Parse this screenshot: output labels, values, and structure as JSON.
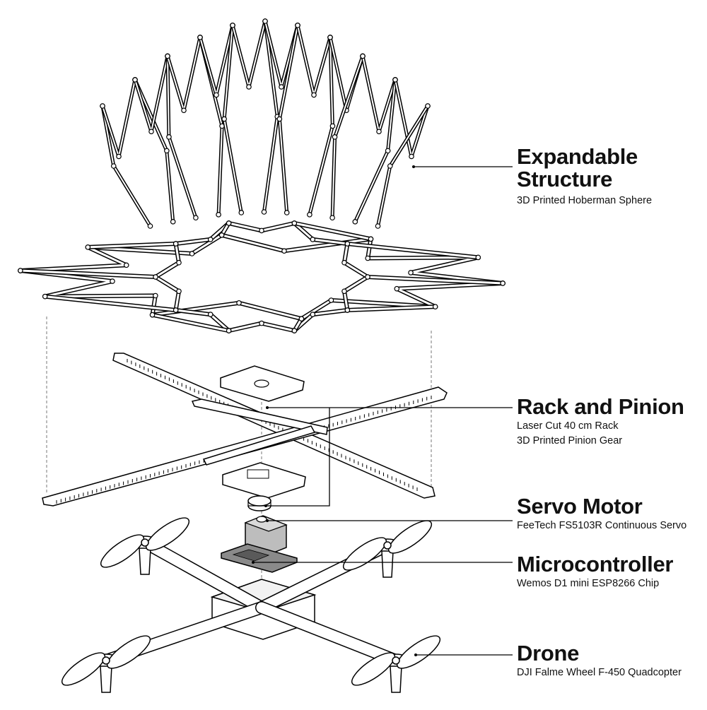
{
  "components": [
    {
      "id": "structure",
      "title": [
        "Expandable",
        "Structure"
      ],
      "lines": [
        "3D Printed Hoberman Sphere"
      ]
    },
    {
      "id": "rack",
      "title": [
        "Rack and Pinion"
      ],
      "lines": [
        "Laser Cut 40 cm Rack",
        "3D Printed Pinion Gear"
      ]
    },
    {
      "id": "servo",
      "title": [
        "Servo Motor"
      ],
      "lines": [
        "FeeTech FS5103R Continuous Servo"
      ]
    },
    {
      "id": "mcu",
      "title": [
        "Microcontroller"
      ],
      "lines": [
        "Wemos D1 mini ESP8266 Chip"
      ]
    },
    {
      "id": "drone",
      "title": [
        "Drone"
      ],
      "lines": [
        "DJI Falme Wheel F-450 Quadcopter"
      ]
    }
  ]
}
